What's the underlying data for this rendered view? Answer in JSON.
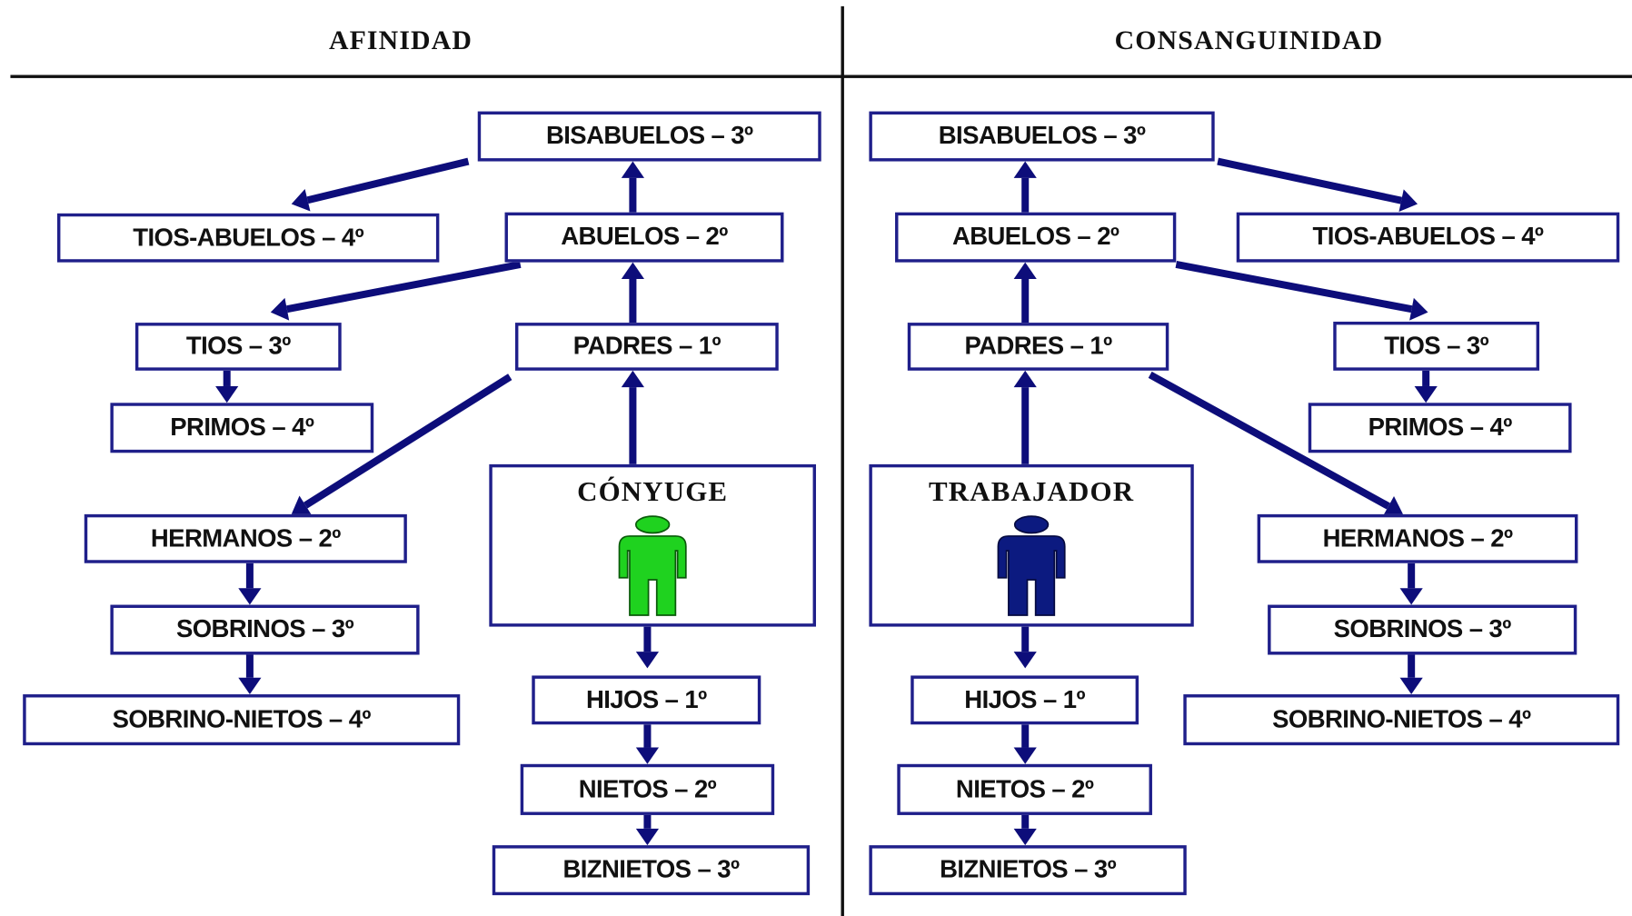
{
  "headers": {
    "left": "AFINIDAD",
    "right": "CONSANGUINIDAD"
  },
  "colors": {
    "arrow": "#0d0d7a",
    "border": "#1f1f8a",
    "spouse": "#1fd21f",
    "worker": "#0c1a80"
  },
  "left": {
    "bisabuelos": "BISABUELOS – 3º",
    "tios_abuelos": "TIOS-ABUELOS – 4º",
    "abuelos": "ABUELOS – 2º",
    "tios": "TIOS – 3º",
    "padres": "PADRES – 1º",
    "primos": "PRIMOS – 4º",
    "hermanos": "HERMANOS – 2º",
    "sobrinos": "SOBRINOS – 3º",
    "sobrino_nietos": "SOBRINO-NIETOS – 4º",
    "person": "CÓNYUGE",
    "person_icon": "green-person-icon",
    "hijos": "HIJOS – 1º",
    "nietos": "NIETOS – 2º",
    "biznietos": "BIZNIETOS – 3º"
  },
  "right": {
    "bisabuelos": "BISABUELOS – 3º",
    "tios_abuelos": "TIOS-ABUELOS – 4º",
    "abuelos": "ABUELOS – 2º",
    "tios": "TIOS – 3º",
    "padres": "PADRES – 1º",
    "primos": "PRIMOS – 4º",
    "hermanos": "HERMANOS – 2º",
    "sobrinos": "SOBRINOS – 3º",
    "sobrino_nietos": "SOBRINO-NIETOS – 4º",
    "person": "TRABAJADOR",
    "person_icon": "blue-person-icon",
    "hijos": "HIJOS – 1º",
    "nietos": "NIETOS – 2º",
    "biznietos": "BIZNIETOS – 3º"
  }
}
